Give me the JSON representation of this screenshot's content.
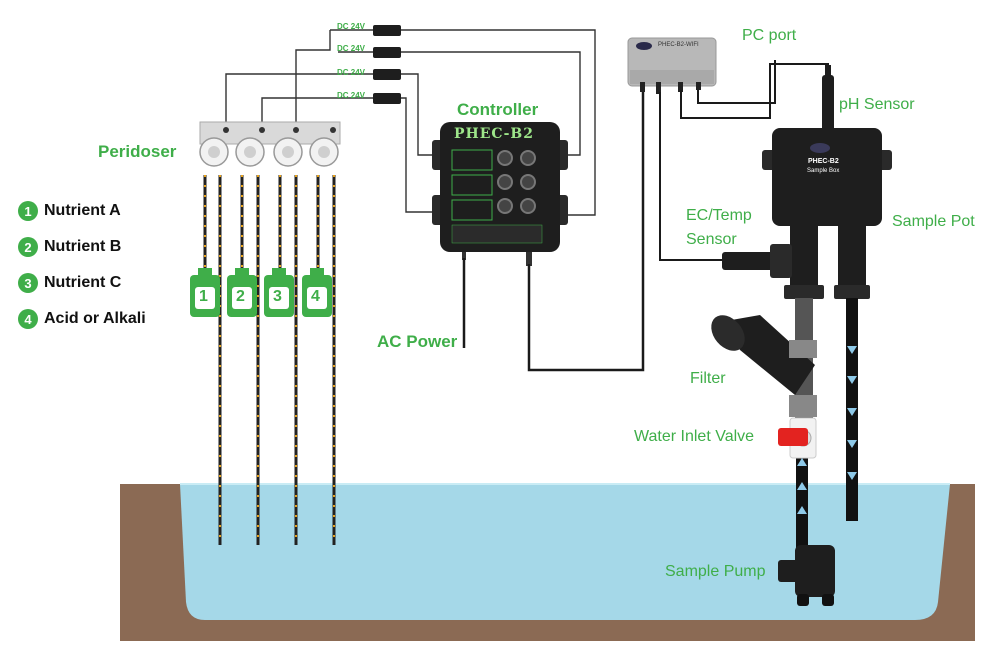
{
  "labels": {
    "peridoser": "Peridoser",
    "controller": "Controller",
    "ac_power": "AC Power",
    "pc_port": "PC port",
    "ph_sensor": "pH Sensor",
    "ec_temp_sensor_1": "EC/Temp",
    "ec_temp_sensor_2": "Sensor",
    "sample_pot": "Sample Pot",
    "filter": "Filter",
    "water_inlet_valve": "Water Inlet Valve",
    "sample_pump": "Sample Pump"
  },
  "power_supplies": [
    "DC 24V",
    "DC 24V",
    "DC 24V",
    "DC 24V"
  ],
  "legend": [
    {
      "num": "1",
      "text": "Nutrient A"
    },
    {
      "num": "2",
      "text": "Nutrient B"
    },
    {
      "num": "3",
      "text": "Nutrient C"
    },
    {
      "num": "4",
      "text": "Acid or Alkali"
    }
  ],
  "bottle_numbers": [
    "1",
    "2",
    "3",
    "4"
  ],
  "controller_brand": "PHEC-B2",
  "sample_box": {
    "brand": "PHEC-B2",
    "subtitle": "Sample Box"
  },
  "wifi_box": {
    "label": "PHEC-B2-WIFI"
  },
  "colors": {
    "accent_green": "#3fae49",
    "water": "#a5d8e8",
    "soil": "#8b6a54",
    "cable": "#1a1a1a",
    "device_dark": "#1e1e1e"
  }
}
